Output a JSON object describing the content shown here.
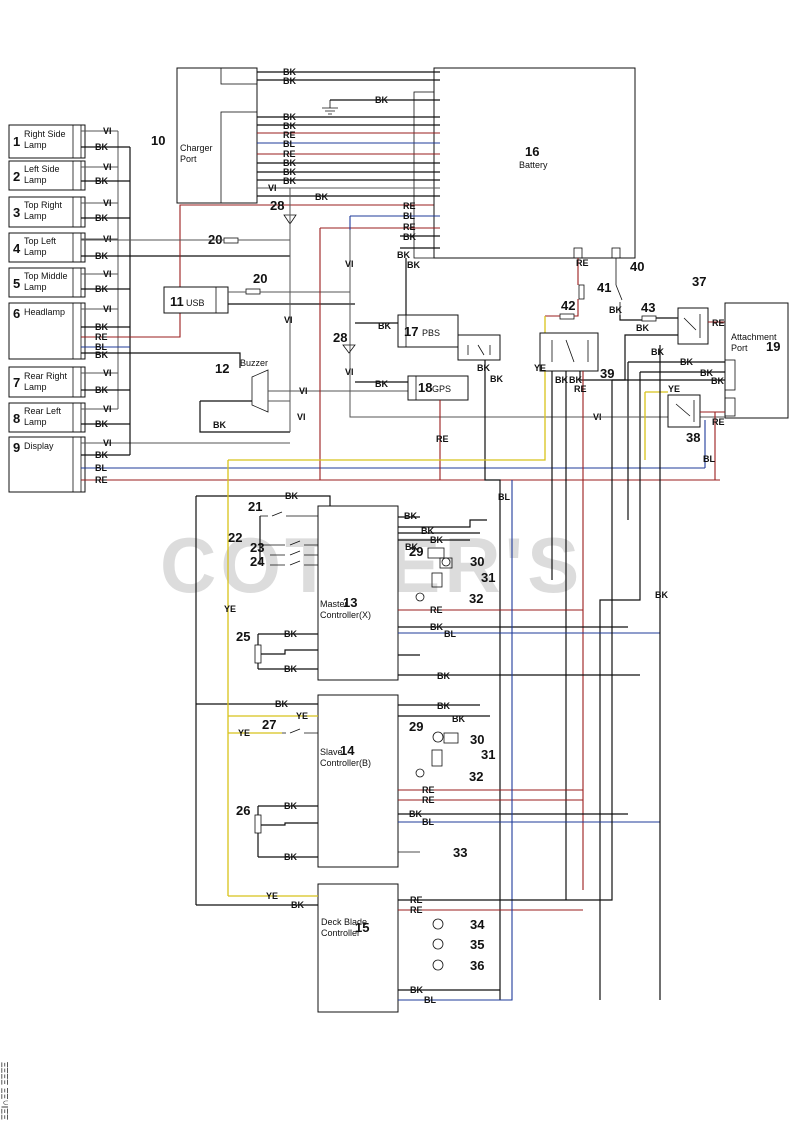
{
  "watermark": "COTTER'S",
  "side_code": "ΞΞΙ∩ΞΞ ΞΞΞΞ",
  "components": {
    "c1": {
      "num": "1",
      "name": [
        "Right Side",
        "Lamp"
      ]
    },
    "c2": {
      "num": "2",
      "name": [
        "Left Side",
        "Lamp"
      ]
    },
    "c3": {
      "num": "3",
      "name": [
        "Top Right",
        "Lamp"
      ]
    },
    "c4": {
      "num": "4",
      "name": [
        "Top Left",
        "Lamp"
      ]
    },
    "c5": {
      "num": "5",
      "name": [
        "Top Middle",
        "Lamp"
      ]
    },
    "c6": {
      "num": "6",
      "name": [
        "Headlamp"
      ]
    },
    "c7": {
      "num": "7",
      "name": [
        "Rear Right",
        "Lamp"
      ]
    },
    "c8": {
      "num": "8",
      "name": [
        "Rear Left",
        "Lamp"
      ]
    },
    "c9": {
      "num": "9",
      "name": [
        "Display"
      ]
    },
    "c10": {
      "num": "10",
      "name": [
        "Charger",
        "Port"
      ]
    },
    "c11": {
      "num": "11",
      "name": [
        "USB"
      ]
    },
    "c12": {
      "num": "12",
      "name": [
        "Buzzer"
      ]
    },
    "c13": {
      "num": "13",
      "name": [
        "Master",
        "Controller(X)"
      ]
    },
    "c14": {
      "num": "14",
      "name": [
        "Slave",
        "Controller(B)"
      ]
    },
    "c15": {
      "num": "15",
      "name": [
        "Deck Blade",
        "Controller"
      ]
    },
    "c16": {
      "num": "16",
      "name": [
        "Battery"
      ]
    },
    "c17": {
      "num": "17",
      "name": [
        "PBS"
      ]
    },
    "c18": {
      "num": "18",
      "name": [
        "GPS"
      ]
    },
    "c19": {
      "num": "19",
      "name": [
        "Attachment",
        "Port"
      ]
    },
    "c20a": {
      "num": "20"
    },
    "c20b": {
      "num": "20"
    },
    "c21": {
      "num": "21"
    },
    "c22": {
      "num": "22"
    },
    "c23": {
      "num": "23"
    },
    "c24": {
      "num": "24"
    },
    "c25": {
      "num": "25"
    },
    "c26": {
      "num": "26"
    },
    "c27": {
      "num": "27"
    },
    "c28a": {
      "num": "28"
    },
    "c28b": {
      "num": "28"
    },
    "c29a": {
      "num": "29"
    },
    "c29b": {
      "num": "29"
    },
    "c30a": {
      "num": "30"
    },
    "c30b": {
      "num": "30"
    },
    "c31a": {
      "num": "31"
    },
    "c31b": {
      "num": "31"
    },
    "c32a": {
      "num": "32"
    },
    "c32b": {
      "num": "32"
    },
    "c33": {
      "num": "33"
    },
    "c34": {
      "num": "34"
    },
    "c35": {
      "num": "35"
    },
    "c36": {
      "num": "36"
    },
    "c37": {
      "num": "37"
    },
    "c38": {
      "num": "38"
    },
    "c39": {
      "num": "39"
    },
    "c40": {
      "num": "40"
    },
    "c41": {
      "num": "41"
    },
    "c42": {
      "num": "42"
    },
    "c43": {
      "num": "43"
    }
  },
  "wire_codes": {
    "bk": "BK",
    "vi": "VI",
    "re": "RE",
    "bl": "BL",
    "ye": "YE"
  },
  "colors": {
    "bk": "#111111",
    "vi": "#555555",
    "re": "#9a1d1d",
    "bl": "#1f3b9a",
    "ye": "#d8c21a"
  }
}
